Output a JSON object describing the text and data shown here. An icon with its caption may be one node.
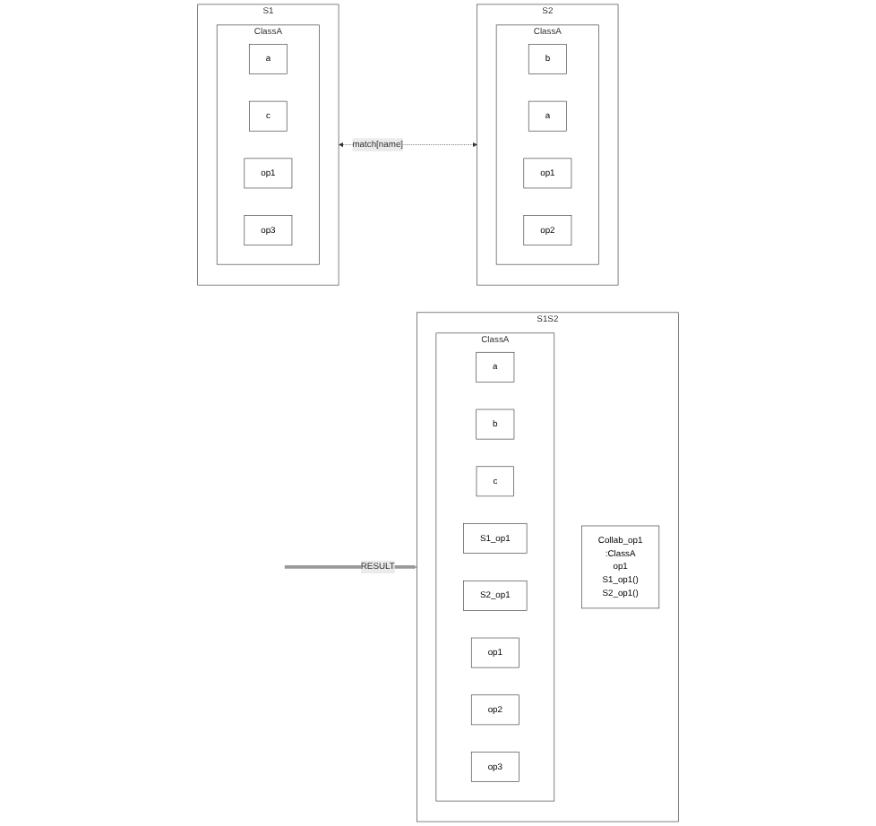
{
  "diagram": {
    "nodes": [
      {
        "text": [
          "S1"
        ]
      },
      {
        "text": [
          "ClassA"
        ],
        "in": 0
      },
      {
        "text": [
          "a"
        ],
        "in": 1
      },
      {
        "text": [
          "c"
        ],
        "in": 1
      },
      {
        "text": [
          "op1"
        ],
        "in": 1
      },
      {
        "text": [
          "op3"
        ],
        "in": 1
      },
      {
        "text": [
          "S2"
        ]
      },
      {
        "text": [
          "ClassA"
        ],
        "in": 6
      },
      {
        "text": [
          "b"
        ],
        "in": 7
      },
      {
        "text": [
          "a"
        ],
        "in": 7
      },
      {
        "text": [
          "op1"
        ],
        "in": 7
      },
      {
        "text": [
          "op2"
        ],
        "in": 7
      },
      {
        "text": [
          "S1S2"
        ]
      },
      {
        "text": [
          "ClassA"
        ],
        "in": 12
      },
      {
        "text": [
          "a"
        ],
        "in": 13
      },
      {
        "text": [
          "b"
        ],
        "in": 13
      },
      {
        "text": [
          "c"
        ],
        "in": 13
      },
      {
        "text": [
          "S1_op1"
        ],
        "in": 13
      },
      {
        "text": [
          "S2_op1"
        ],
        "in": 13
      },
      {
        "text": [
          "op1"
        ],
        "in": 13
      },
      {
        "text": [
          "op2"
        ],
        "in": 13
      },
      {
        "text": [
          "op3"
        ],
        "in": 13
      },
      {
        "text": [
          "Collab_op1",
          ":ClassA",
          "op1",
          "S1_op1()",
          "S2_op1()"
        ],
        "in": 12
      }
    ],
    "edges": [
      {
        "from": 0,
        "to": 6,
        "arrow": "both",
        "label": "match[name]",
        "style": "dashed"
      },
      {
        "from": null,
        "to": 12,
        "arrow": "to",
        "label": "RESULT",
        "style": "thick",
        "color": "#999999"
      }
    ]
  }
}
